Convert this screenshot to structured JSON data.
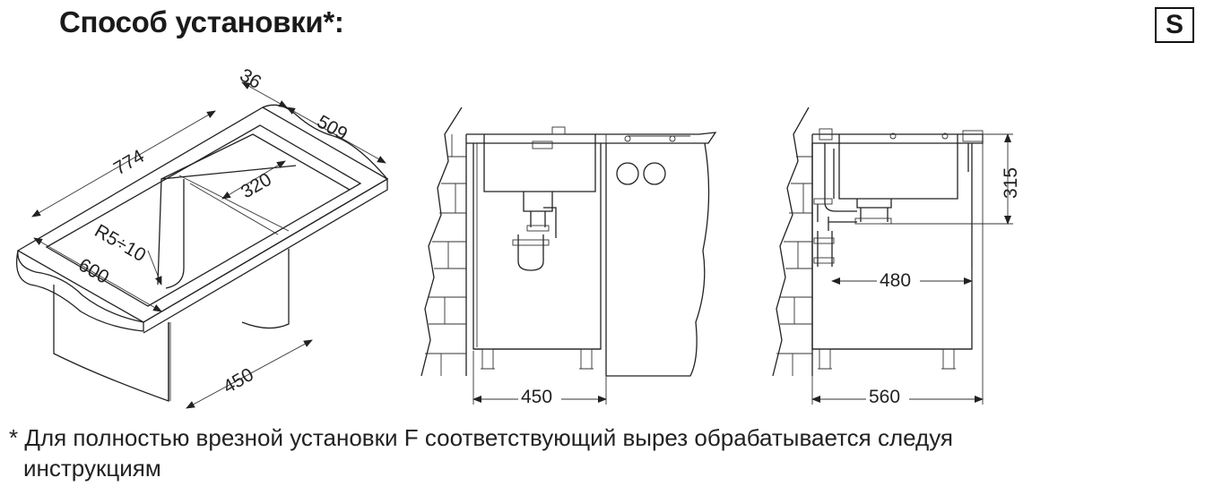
{
  "header": {
    "title": "Способ установки*:",
    "badge": "S"
  },
  "iso_view": {
    "dim_length": "774",
    "dim_edge": "36",
    "dim_depth": "509",
    "dim_bowl": "320",
    "dim_radius": "R5÷10",
    "dim_width": "600",
    "dim_cabinet": "450"
  },
  "front_view": {
    "dim_cabinet": "450"
  },
  "side_view": {
    "dim_height": "315",
    "dim_drain": "480",
    "dim_depth": "560"
  },
  "footnote": {
    "line1": "* Для полностью врезной установки F соответствующий вырез обрабатывается следуя",
    "line2": "инструкциям"
  }
}
